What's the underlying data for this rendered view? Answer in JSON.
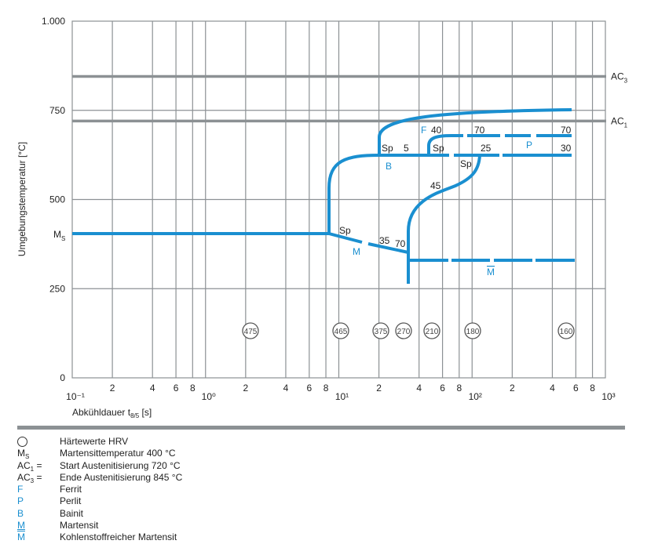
{
  "chart_data": {
    "type": "line",
    "title": "",
    "xlabel": "Abkühldauer t8/5 [s]",
    "ylabel": "Umgebungstemperatur [°C]",
    "x_scale": "log",
    "xlim": [
      0.1,
      1000
    ],
    "ylim": [
      0,
      1000
    ],
    "grid": true,
    "y_ticks": [
      "0",
      "250",
      "500",
      "750",
      "1.000"
    ],
    "y_tick_values": [
      0,
      250,
      500,
      750,
      1000
    ],
    "x_decade_labels": [
      "10⁻¹",
      "10⁰",
      "10¹",
      "10²",
      "10³"
    ],
    "x_minor_labels": [
      "2",
      "4",
      "6",
      "8"
    ],
    "reference_lines": [
      {
        "name": "AC3",
        "value": 845
      },
      {
        "name": "AC1",
        "value": 720
      },
      {
        "name": "Ms",
        "value": 400
      }
    ],
    "series": [
      {
        "name": "Ferrit start (F)",
        "points": [
          [
            20,
            625
          ],
          [
            22,
            690
          ],
          [
            50,
            735
          ],
          [
            100,
            745
          ],
          [
            500,
            750
          ]
        ]
      },
      {
        "name": "Perlit start (P)",
        "points": [
          [
            50,
            625
          ],
          [
            55,
            665
          ],
          [
            70,
            670
          ],
          [
            500,
            670
          ]
        ]
      },
      {
        "name": "Perlit end",
        "points": [
          [
            20,
            625
          ],
          [
            500,
            625
          ]
        ]
      },
      {
        "name": "Bainit start (B)",
        "points": [
          [
            8,
            400
          ],
          [
            8.5,
            560
          ],
          [
            12,
            615
          ],
          [
            20,
            625
          ]
        ]
      },
      {
        "name": "Bainit end",
        "points": [
          [
            33,
            350
          ],
          [
            36,
            450
          ],
          [
            50,
            510
          ],
          [
            80,
            550
          ],
          [
            110,
            625
          ]
        ]
      },
      {
        "name": "Ms line",
        "points": [
          [
            0.1,
            400
          ],
          [
            8,
            400
          ]
        ]
      },
      {
        "name": "Martensit (M)",
        "points": [
          [
            8,
            400
          ],
          [
            33,
            350
          ]
        ]
      },
      {
        "name": "Kohlenstoffreicher Martensit (M̄)",
        "points": [
          [
            33,
            330
          ],
          [
            500,
            330
          ]
        ]
      }
    ],
    "annotations": [
      {
        "text": "F",
        "x": 50,
        "y": 690
      },
      {
        "text": "40",
        "x": 55,
        "y": 690
      },
      {
        "text": "70",
        "x": 110,
        "y": 690
      },
      {
        "text": "70",
        "x": 500,
        "y": 690
      },
      {
        "text": "Sp",
        "x": 22,
        "y": 645
      },
      {
        "text": "5",
        "x": 30,
        "y": 645
      },
      {
        "text": "Sp",
        "x": 55,
        "y": 645
      },
      {
        "text": "25",
        "x": 130,
        "y": 645
      },
      {
        "text": "P",
        "x": 250,
        "y": 650
      },
      {
        "text": "30",
        "x": 500,
        "y": 645
      },
      {
        "text": "B",
        "x": 22,
        "y": 590
      },
      {
        "text": "Sp",
        "x": 90,
        "y": 600
      },
      {
        "text": "45",
        "x": 45,
        "y": 540
      },
      {
        "text": "Sp",
        "x": 10,
        "y": 410
      },
      {
        "text": "35",
        "x": 25,
        "y": 380
      },
      {
        "text": "70",
        "x": 30,
        "y": 375
      },
      {
        "text": "M",
        "x": 13,
        "y": 355
      },
      {
        "text": "M̄",
        "x": 120,
        "y": 300
      }
    ],
    "hardness_values": [
      {
        "t": 2.2,
        "hrv": 475
      },
      {
        "t": 10,
        "hrv": 465
      },
      {
        "t": 20,
        "hrv": 375
      },
      {
        "t": 27,
        "hrv": 270
      },
      {
        "t": 50,
        "hrv": 210
      },
      {
        "t": 100,
        "hrv": 180
      },
      {
        "t": 500,
        "hrv": 160
      }
    ],
    "legend_position": "bottom"
  },
  "axes": {
    "y_tick_labels": [
      "1.000",
      "750",
      "500",
      "250",
      "0"
    ],
    "ms_label": "M",
    "ms_sub": "S",
    "ac3_label": "AC",
    "ac3_sub": "3",
    "ac1_label": "AC",
    "ac1_sub": "1",
    "ylabel": "Umgebungstemperatur [°C]",
    "xlabel_main": "Abkühldauer t",
    "xlabel_sub": "8/5",
    "xlabel_unit": " [s]"
  },
  "colors": {
    "curve": "#1a8fd0",
    "grid": "#8c9194",
    "reference": "#8c9194",
    "text": "#222222"
  },
  "legend": {
    "items": [
      {
        "key": "○",
        "desc": "Härtewerte HRV"
      },
      {
        "key": "M",
        "key_sub": "S",
        "desc": "Martensittemperatur 400 °C"
      },
      {
        "key": "AC",
        "key_sub": "1",
        "key_suffix": " =",
        "desc": "Start Austenitisierung 720 °C"
      },
      {
        "key": "AC",
        "key_sub": "3",
        "key_suffix": " =",
        "desc": "Ende Austenitisierung 845 °C"
      },
      {
        "key": "F",
        "desc": "Ferrit"
      },
      {
        "key": "P",
        "desc": "Perlit"
      },
      {
        "key": "B",
        "desc": "Bainit"
      },
      {
        "key": "M",
        "desc": "Martensit"
      },
      {
        "key": "M",
        "desc": "Kohlenstoffreicher Martensit"
      }
    ]
  }
}
